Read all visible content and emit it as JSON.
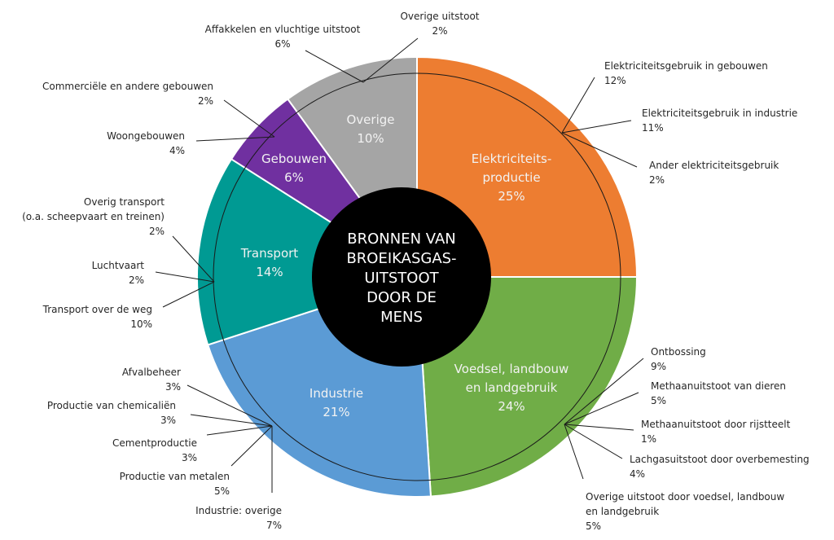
{
  "chart_data": {
    "type": "pie",
    "title": "BRONNEN VAN BROEIKASGAS-UITSTOOT DOOR DE MENS",
    "title_lines": [
      "BRONNEN VAN",
      "BROEIKASGAS-",
      "UITSTOOT",
      "DOOR DE",
      "MENS"
    ],
    "unit": "%",
    "legend": "none",
    "categories": [
      {
        "name": "Elektriciteitsproductie",
        "label_lines": [
          "Elektriciteits-",
          "productie",
          "25%"
        ],
        "value": 25,
        "color": "#ed7d31",
        "subcategories": [
          {
            "label": "Elektriciteitsgebruik in gebouwen",
            "value": 12,
            "value_label": "12%"
          },
          {
            "label": "Elektriciteitsgebruik in industrie",
            "value": 11,
            "value_label": "11%"
          },
          {
            "label": "Ander elektriciteitsgebruik",
            "value": 2,
            "value_label": "2%"
          }
        ]
      },
      {
        "name": "Voedsel, landbouw en landgebruik",
        "label_lines": [
          "Voedsel, landbouw",
          "en landgebruik",
          "24%"
        ],
        "value": 24,
        "color": "#70ad47",
        "subcategories": [
          {
            "label": "Ontbossing",
            "value": 9,
            "value_label": "9%"
          },
          {
            "label": "Methaanuitstoot van dieren",
            "value": 5,
            "value_label": "5%"
          },
          {
            "label": "Methaanuitstoot door rijstteelt",
            "value": 1,
            "value_label": "1%"
          },
          {
            "label": "Lachgasuitstoot door overbemesting",
            "value": 4,
            "value_label": "4%"
          },
          {
            "label": "Overige uitstoot door voedsel, landbouw en landgebruik",
            "label_lines": [
              "Overige uitstoot door voedsel, landbouw",
              "en landgebruik"
            ],
            "value": 5,
            "value_label": "5%"
          }
        ]
      },
      {
        "name": "Industrie",
        "label_lines": [
          "Industrie",
          "21%"
        ],
        "value": 21,
        "color": "#5b9bd5",
        "subcategories": [
          {
            "label": "Afvalbeheer",
            "value": 3,
            "value_label": "3%"
          },
          {
            "label": "Productie van chemicaliën",
            "value": 3,
            "value_label": "3%"
          },
          {
            "label": "Cementproductie",
            "value": 3,
            "value_label": "3%"
          },
          {
            "label": "Productie van metalen",
            "value": 5,
            "value_label": "5%"
          },
          {
            "label": "Industrie: overige",
            "value": 7,
            "value_label": "7%"
          }
        ]
      },
      {
        "name": "Transport",
        "label_lines": [
          "Transport",
          "14%"
        ],
        "value": 14,
        "color": "#009a93",
        "subcategories": [
          {
            "label": "Overig transport (o.a. scheepvaart en treinen)",
            "label_lines": [
              "Overig transport",
              "(o.a. scheepvaart en treinen)"
            ],
            "value": 2,
            "value_label": "2%"
          },
          {
            "label": "Luchtvaart",
            "value": 2,
            "value_label": "2%"
          },
          {
            "label": "Transport over de weg",
            "value": 10,
            "value_label": "10%"
          }
        ]
      },
      {
        "name": "Gebouwen",
        "label_lines": [
          "Gebouwen",
          "6%"
        ],
        "value": 6,
        "color": "#7030a0",
        "subcategories": [
          {
            "label": "Commerciële en andere gebouwen",
            "value": 2,
            "value_label": "2%"
          },
          {
            "label": "Woongebouwen",
            "value": 4,
            "value_label": "4%"
          }
        ]
      },
      {
        "name": "Overige",
        "label_lines": [
          "Overige",
          "10%"
        ],
        "value": 10,
        "color": "#a5a5a5",
        "subcategories": [
          {
            "label": "Affakkelen en vluchtige uitstoot",
            "value": 6,
            "value_label": "6%"
          },
          {
            "label": "Overige uitstoot",
            "value": 2,
            "value_label": "2%"
          }
        ]
      }
    ],
    "center_color": "#000000"
  }
}
